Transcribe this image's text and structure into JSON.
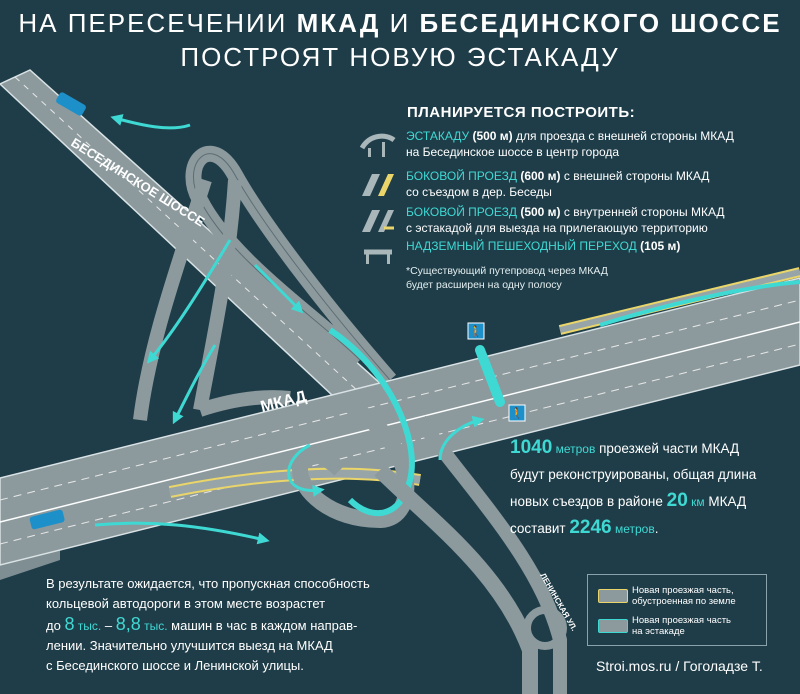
{
  "title": {
    "line1_pre": "НА ПЕРЕСЕЧЕНИИ ",
    "line1_b1": "МКАД",
    "line1_mid": " И ",
    "line1_b2": "БЕСЕДИНСКОГО ШОССЕ",
    "line2": "ПОСТРОЯТ НОВУЮ ЭСТАКАДУ"
  },
  "map_labels": {
    "road_1": "БЕСЕДИНСКОЕ ШОССЕ",
    "road_2": "МКАД",
    "road_3": "ЛЕНИНСКАЯ УЛ."
  },
  "plan": {
    "heading": "ПЛАНИРУЕТСЯ ПОСТРОИТЬ:",
    "items": [
      {
        "name": "ЭСТАКАДУ",
        "size": "(500 м)",
        "desc1": " для проезда с внешней стороны МКАД",
        "desc2": "на Бесединское шоссе в центр города",
        "icon": "overpass-icon"
      },
      {
        "name": "БОКОВОЙ ПРОЕЗД",
        "size": "(600 м)",
        "desc1": " с внешней стороны МКАД",
        "desc2": "со съездом в дер. Беседы",
        "icon": "side-road-icon"
      },
      {
        "name": "БОКОВОЙ ПРОЕЗД",
        "size": "(500 м)",
        "desc1": " с внутренней стороны МКАД",
        "desc2": "с эстакадой для выезда на прилегающую территорию",
        "icon": "side-road-overpass-icon"
      },
      {
        "name": "НАДЗЕМНЫЙ ПЕШЕХОДНЫЙ ПЕРЕХОД",
        "size": "(105 м)",
        "desc1": "",
        "desc2": "",
        "icon": "pedestrian-bridge-icon"
      }
    ],
    "note1": "*Существующий путепровод через МКАД",
    "note2": "будет расширен на одну полосу"
  },
  "stats": {
    "n1": "1040",
    "u1": " метров",
    "t1": " проезжей части МКАД",
    "t2": "будут реконструированы, общая длина",
    "t3": "новых съездов в районе ",
    "n2": "20",
    "u2": " км",
    "t4": " МКАД",
    "t5": "составит ",
    "n3": "2246",
    "u3": " метров",
    "t6": "."
  },
  "result": {
    "l1": "В результате ожидается, что пропускная способность",
    "l2": "кольцевой автодороги в этом месте возрастет",
    "l3_pre": "до ",
    "n1": "8",
    "u1": " тыс.",
    "dash": " – ",
    "n2": "8,8",
    "u2": " тыс.",
    "l3_post": " машин в час в каждом направ-",
    "l4": "лении. Значительно улучшится выезд на МКАД",
    "l5": "с Бесединского шоссе и Ленинской улицы."
  },
  "legend": {
    "ground_1": "Новая проезжая часть,",
    "ground_2": "обустроенная по земле",
    "elevated_1": "Новая проезжая часть",
    "elevated_2": "на эстакаде"
  },
  "credit": "Stroi.mos.ru / Гоголадзе Т.",
  "colors": {
    "background": "#1f3d48",
    "road": "#8c9a9e",
    "road_dark": "#6f7e83",
    "accent": "#3fd9d4",
    "new_ground_edge": "#e9d56a",
    "text": "#ffffff"
  }
}
